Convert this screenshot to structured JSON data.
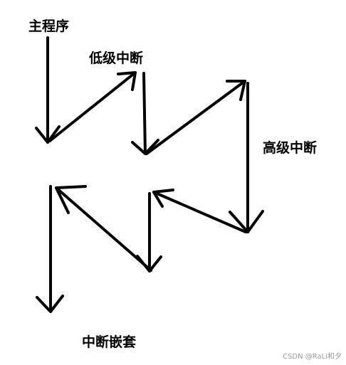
{
  "labels": {
    "main_program": "主程序",
    "low_interrupt": "低级中断",
    "high_interrupt": "高级中断",
    "nesting": "中断嵌套"
  },
  "watermark": "CSDN @RaLi和夕",
  "colors": {
    "stroke": "#000000",
    "text": "#000000",
    "watermark": "#9a9a9a"
  }
}
